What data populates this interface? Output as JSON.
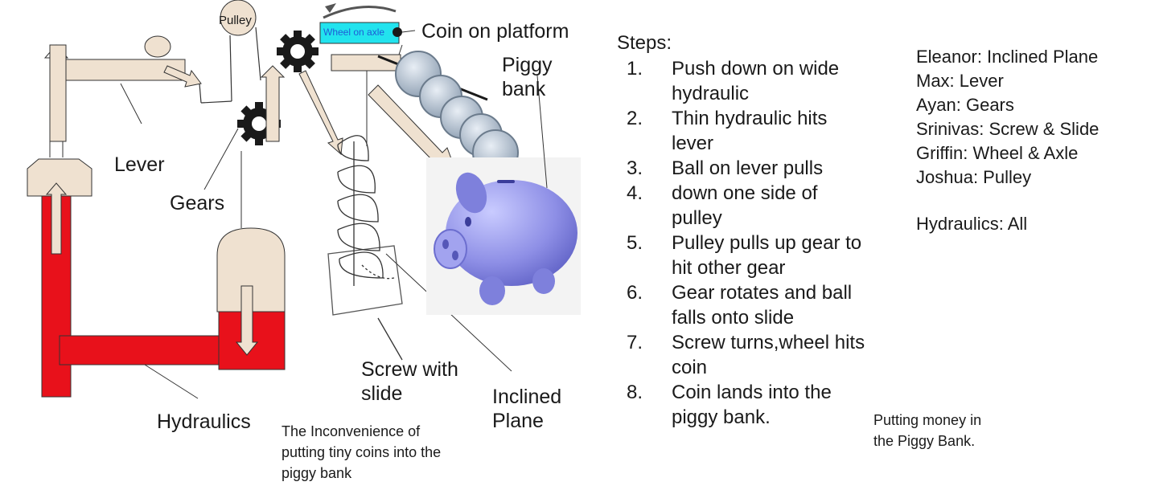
{
  "labels": {
    "pulley": "Pulley",
    "wheel_on_axle": "Wheel on axle",
    "coin_on_platform": "Coin on platform",
    "piggy_bank": "Piggy bank",
    "lever": "Lever",
    "gears": "Gears",
    "hydraulics": "Hydraulics",
    "screw_with_slide": "Screw with slide",
    "inclined_plane": "Inclined Plane"
  },
  "caption_left": "The Inconvenience of putting tiny coins into the piggy bank",
  "steps": {
    "title": "Steps:",
    "items": [
      {
        "num": "1.",
        "text": "Push down on wide hydraulic"
      },
      {
        "num": "2.",
        "text": "Thin hydraulic hits lever"
      },
      {
        "num": "3.",
        "text": "Ball on lever pulls"
      },
      {
        "num": "4.",
        "text": "down one side of pulley"
      },
      {
        "num": "5.",
        "text": "Pulley pulls up gear to hit other gear"
      },
      {
        "num": "6.",
        "text": "Gear rotates and ball falls onto slide"
      },
      {
        "num": "7.",
        "text": "Screw turns,wheel hits coin"
      },
      {
        "num": "8.",
        "text": "Coin lands into the piggy bank."
      }
    ]
  },
  "roles": [
    "Eleanor: Inclined Plane",
    "Max: Lever",
    "Ayan: Gears",
    "Srinivas: Screw & Slide",
    "Griffin: Wheel & Axle",
    "Joshua: Pulley"
  ],
  "hydraulics_all": "Hydraulics: All",
  "caption_right": "Putting money in the Piggy Bank.",
  "colors": {
    "hydraulic_red": "#e8111b",
    "beige": "#efe1d0",
    "piggy": "#8e8fe6",
    "wheel_cyan": "#22e3ee",
    "wheel_text": "#1f5bd6",
    "coin": "#a8b6c6"
  }
}
